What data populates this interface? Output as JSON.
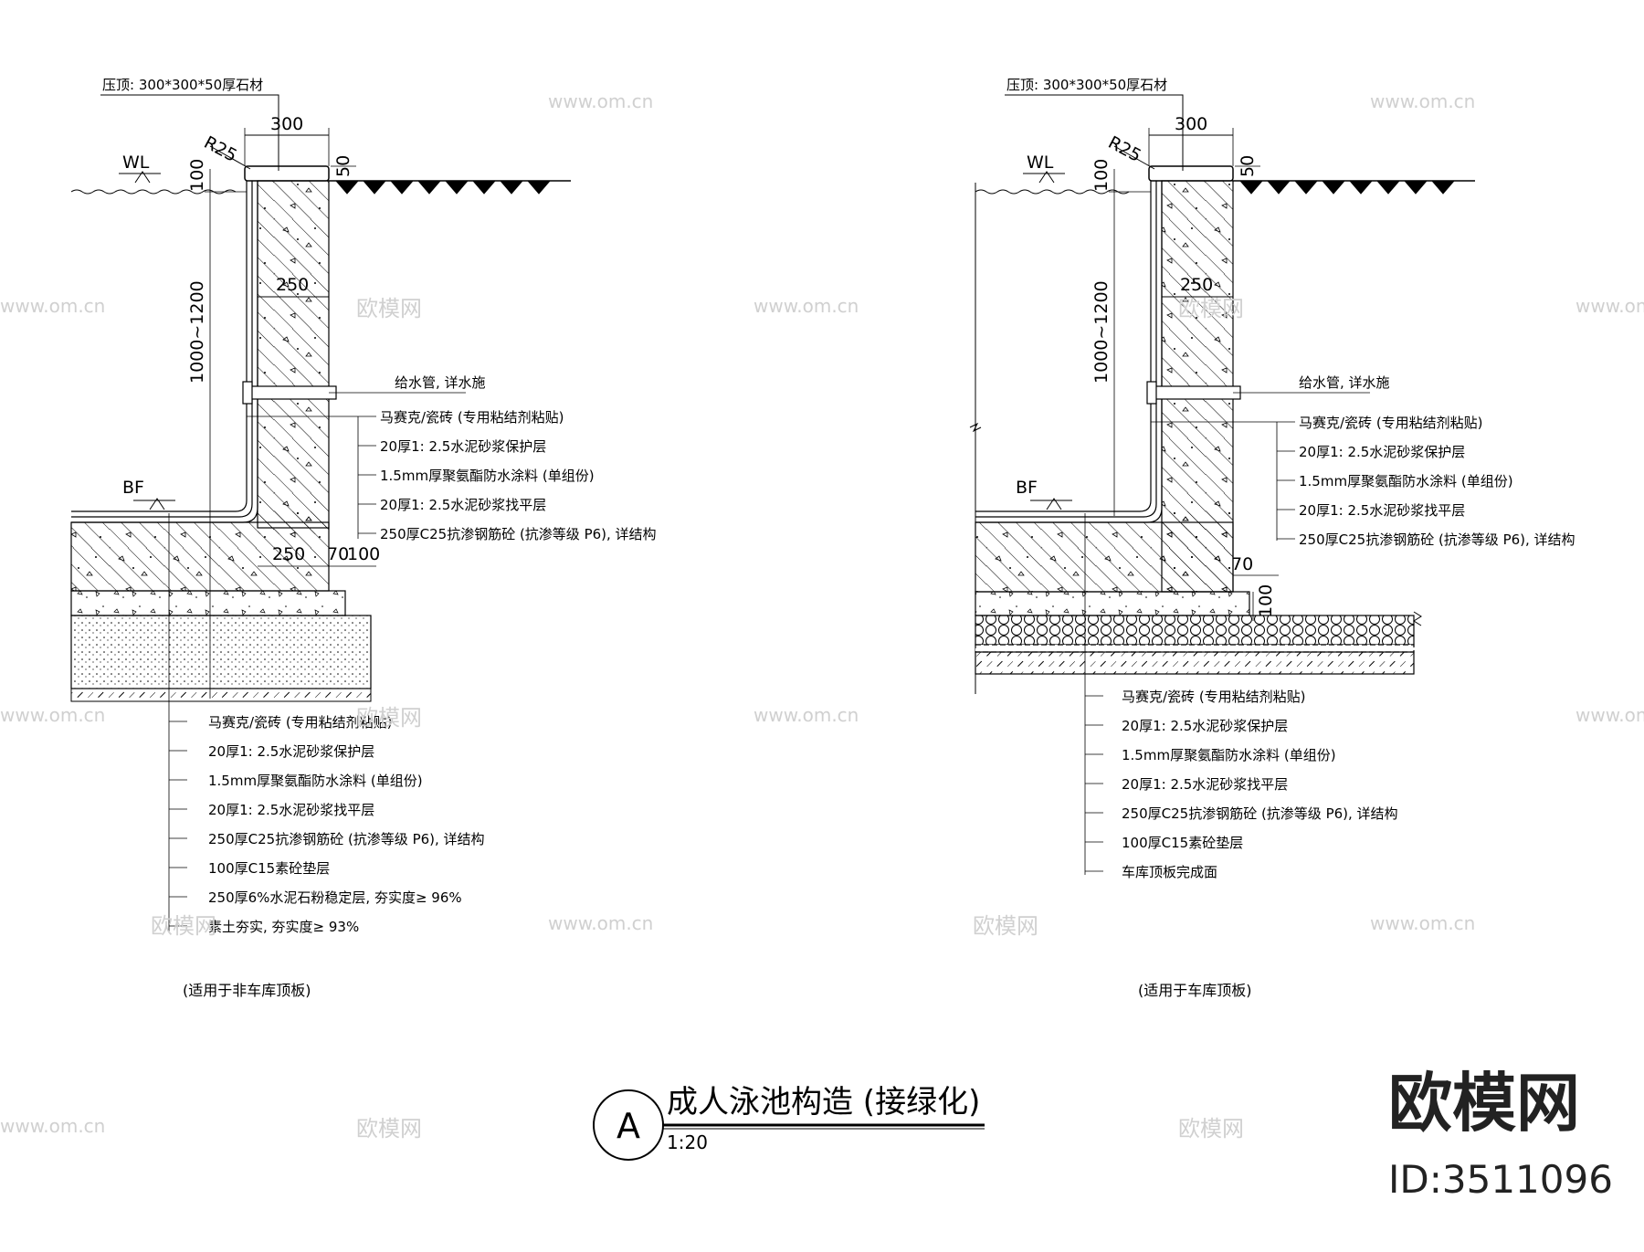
{
  "left": {
    "top_label": "压顶: 300*300*50厚石材",
    "dim_top": "300",
    "radius": "R25",
    "wl": "WL",
    "dim_100": "100",
    "dim_50": "50",
    "dim_height": "1000~1200",
    "dim_wall": "250",
    "pipe_label": "给水管, 详水施",
    "wall_layers": [
      "马赛克/瓷砖 (专用粘结剂粘贴)",
      "20厚1: 2.5水泥砂浆保护层",
      "1.5mm厚聚氨酯防水涂料 (单组份)",
      "20厚1: 2.5水泥砂浆找平层",
      "250厚C25抗渗钢筋砼 (抗渗等级 P6), 详结构"
    ],
    "bf": "BF",
    "dim_base": [
      "250",
      "70",
      "100"
    ],
    "floor_layers": [
      "马赛克/瓷砖 (专用粘结剂粘贴)",
      "20厚1: 2.5水泥砂浆保护层",
      "1.5mm厚聚氨酯防水涂料 (单组份)",
      "20厚1: 2.5水泥砂浆找平层",
      "250厚C25抗渗钢筋砼 (抗渗等级 P6), 详结构",
      "100厚C15素砼垫层",
      "250厚6%水泥石粉稳定层, 夯实度≥ 96%",
      "素土夯实, 夯实度≥ 93%"
    ],
    "caption": "(适用于非车库顶板)"
  },
  "right": {
    "top_label": "压顶: 300*300*50厚石材",
    "dim_top": "300",
    "radius": "R25",
    "wl": "WL",
    "dim_100": "100",
    "dim_50": "50",
    "dim_height": "1000~1200",
    "dim_wall": "250",
    "pipe_label": "给水管, 详水施",
    "wall_layers": [
      "马赛克/瓷砖 (专用粘结剂粘贴)",
      "20厚1: 2.5水泥砂浆保护层",
      "1.5mm厚聚氨酯防水涂料 (单组份)",
      "20厚1: 2.5水泥砂浆找平层",
      "250厚C25抗渗钢筋砼 (抗渗等级 P6), 详结构"
    ],
    "bf": "BF",
    "dim_70": "70",
    "dim_100b": "100",
    "floor_layers": [
      "马赛克/瓷砖 (专用粘结剂粘贴)",
      "20厚1: 2.5水泥砂浆保护层",
      "1.5mm厚聚氨酯防水涂料 (单组份)",
      "20厚1: 2.5水泥砂浆找平层",
      "250厚C25抗渗钢筋砼 (抗渗等级 P6), 详结构",
      "100厚C15素砼垫层",
      "车库顶板完成面"
    ],
    "caption": "(适用于车库顶板)"
  },
  "title": {
    "marker": "A",
    "text": "成人泳池构造 (接绿化)",
    "scale": "1:20"
  },
  "brand": {
    "name": "欧模网",
    "id": "ID:3511096"
  },
  "watermark": {
    "url": "www.om.cn",
    "cn": "欧模网"
  }
}
